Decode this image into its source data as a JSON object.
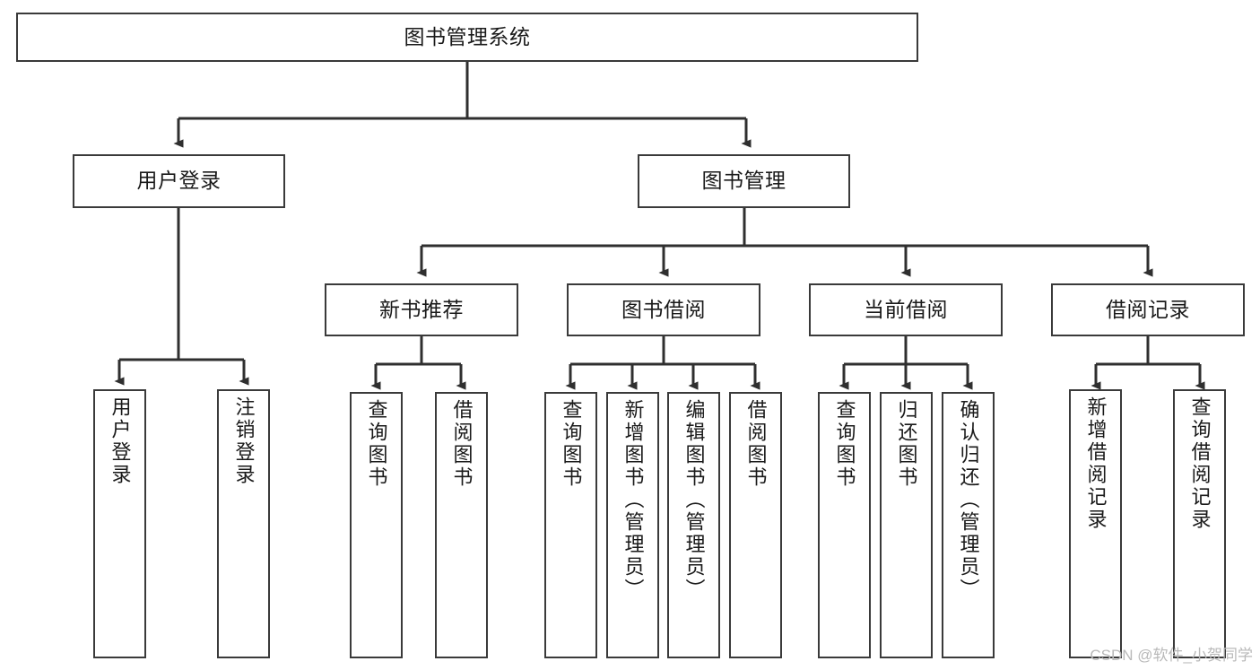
{
  "diagram": {
    "title": "图书管理系统",
    "watermark": "CSDN @软件_小贺同学",
    "colors": {
      "box_border": "#3a3a3a",
      "box_fill": "#ffffff",
      "edge": "#2f2f2f",
      "text": "#1a1a1a",
      "watermark": "#b9b9b9"
    },
    "nodes": {
      "root": {
        "label": "图书管理系统"
      },
      "level1": [
        {
          "id": "user-login",
          "label": "用户登录"
        },
        {
          "id": "book-manage",
          "label": "图书管理"
        }
      ],
      "level2": [
        {
          "id": "new-book-recommend",
          "label": "新书推荐"
        },
        {
          "id": "book-borrow",
          "label": "图书借阅"
        },
        {
          "id": "current-borrow",
          "label": "当前借阅"
        },
        {
          "id": "borrow-record",
          "label": "借阅记录"
        }
      ],
      "leaves": {
        "user-login": [
          {
            "id": "leaf-user-login",
            "label": "用户登录"
          },
          {
            "id": "leaf-logout",
            "label": "注销登录"
          }
        ],
        "new-book-recommend": [
          {
            "id": "leaf-query-book-1",
            "label": "查询图书"
          },
          {
            "id": "leaf-borrow-book-1",
            "label": "借阅图书"
          }
        ],
        "book-borrow": [
          {
            "id": "leaf-query-book-2",
            "label": "查询图书"
          },
          {
            "id": "leaf-add-book",
            "label": "新增图书（管理员）"
          },
          {
            "id": "leaf-edit-book",
            "label": "编辑图书（管理员）"
          },
          {
            "id": "leaf-borrow-book-2",
            "label": "借阅图书"
          }
        ],
        "current-borrow": [
          {
            "id": "leaf-query-book-3",
            "label": "查询图书"
          },
          {
            "id": "leaf-return-book",
            "label": "归还图书"
          },
          {
            "id": "leaf-confirm-return",
            "label": "确认归还（管理员）"
          }
        ],
        "borrow-record": [
          {
            "id": "leaf-add-record",
            "label": "新增借阅记录"
          },
          {
            "id": "leaf-query-record",
            "label": "查询借阅记录"
          }
        ]
      }
    }
  }
}
